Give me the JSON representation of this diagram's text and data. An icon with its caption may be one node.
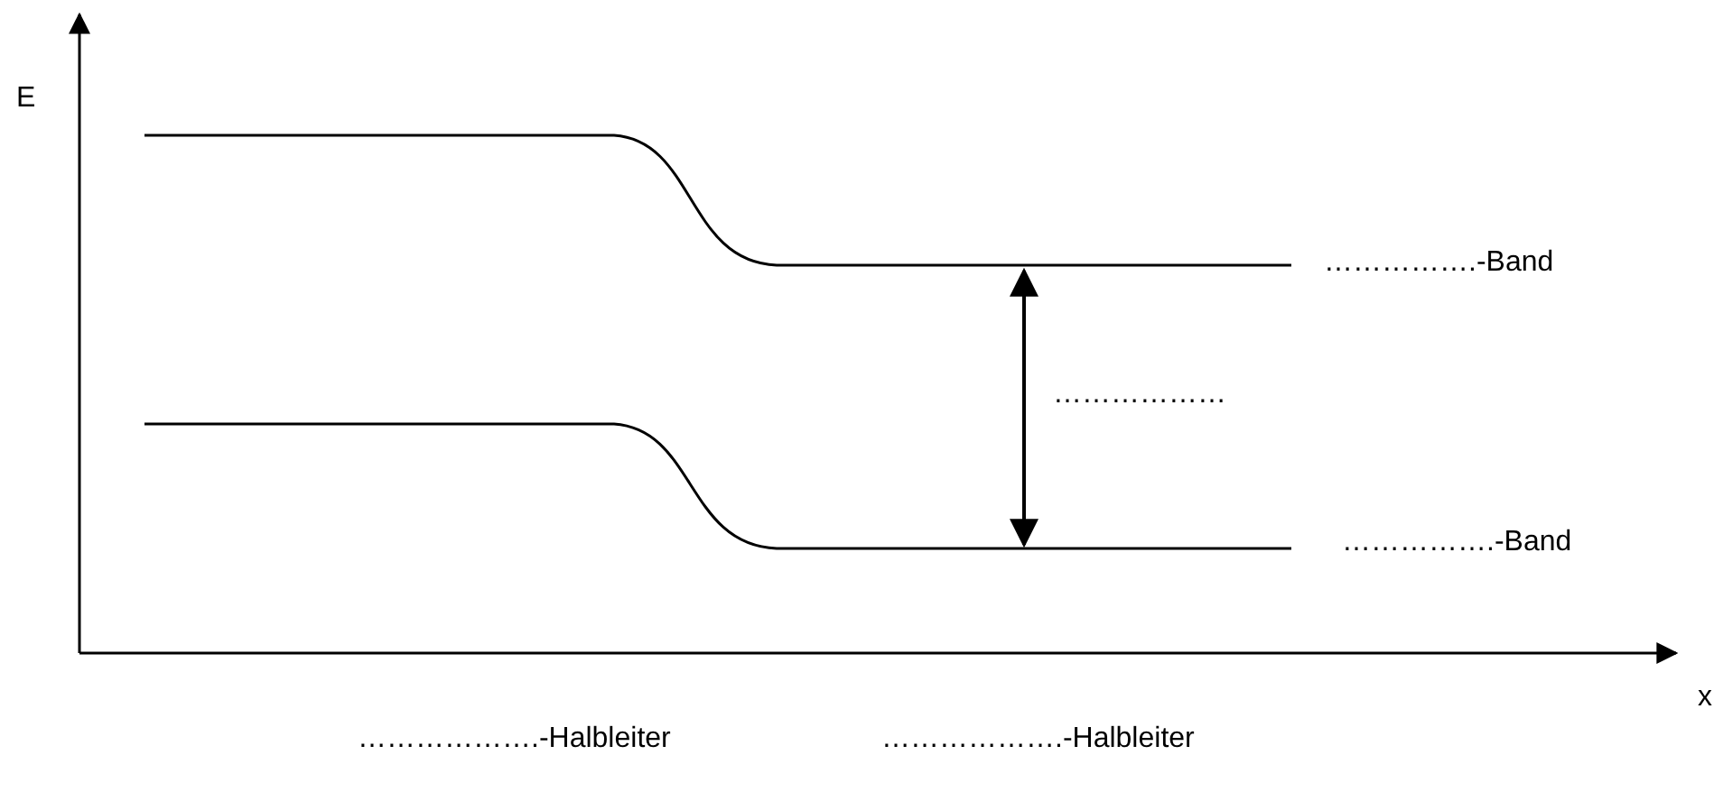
{
  "diagram": {
    "labels": [
      "E",
      "…………….-Band",
      "………………",
      "…………….-Band",
      "x",
      "……………….-Halbleiter",
      "……………….-Halbleiter"
    ]
  }
}
